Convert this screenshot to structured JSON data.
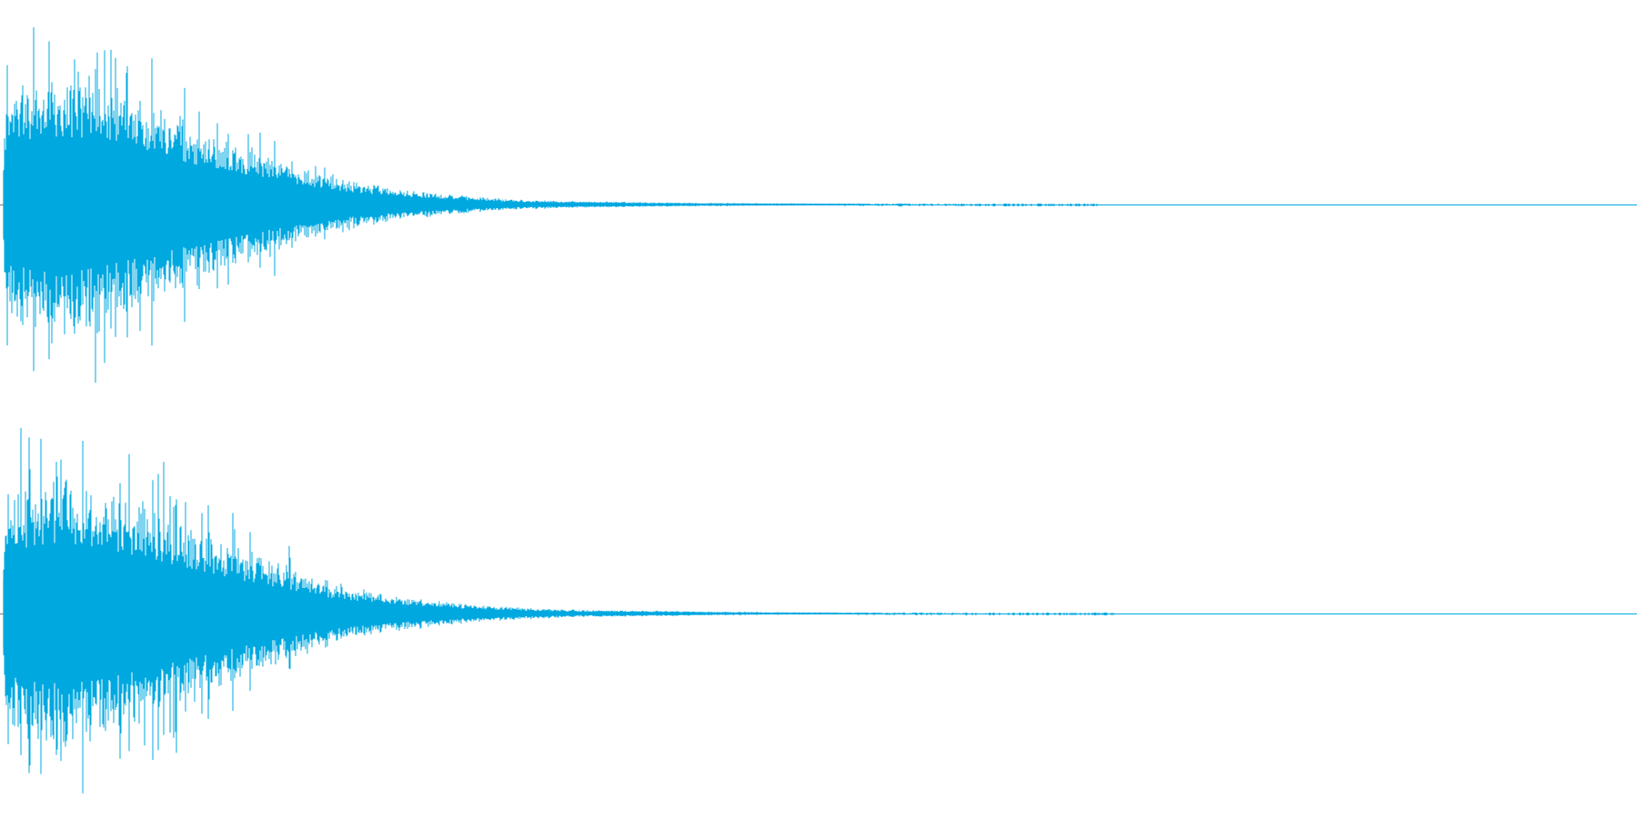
{
  "colors": {
    "waveform": "#00a8e0",
    "background": "#ffffff"
  },
  "chart_data": {
    "type": "area",
    "title": "",
    "xlabel": "",
    "ylabel": "",
    "x_range": [
      0,
      1
    ],
    "y_range": [
      -1,
      1
    ],
    "grid": false,
    "legend": "none",
    "series": [
      {
        "channel": 1,
        "envelope_x": [
          0,
          0.005,
          0.02,
          0.04,
          0.06,
          0.08,
          0.1,
          0.12,
          0.14,
          0.16,
          0.18,
          0.2,
          0.22,
          0.24,
          0.26,
          0.28,
          0.3,
          0.32,
          0.35,
          0.4,
          0.45,
          0.5,
          0.55,
          0.6,
          0.65,
          0.7,
          1.0
        ],
        "envelope_peak": [
          0.15,
          0.6,
          0.7,
          0.72,
          0.66,
          0.58,
          0.5,
          0.42,
          0.36,
          0.28,
          0.22,
          0.16,
          0.12,
          0.09,
          0.07,
          0.05,
          0.035,
          0.025,
          0.018,
          0.012,
          0.008,
          0.006,
          0.004,
          0.003,
          0.002,
          0.0,
          0.0
        ],
        "max_peak": 1.0,
        "tail_end_x": 0.67
      },
      {
        "channel": 2,
        "envelope_x": [
          0,
          0.005,
          0.02,
          0.04,
          0.06,
          0.08,
          0.1,
          0.12,
          0.14,
          0.16,
          0.18,
          0.2,
          0.22,
          0.24,
          0.26,
          0.28,
          0.3,
          0.32,
          0.35,
          0.4,
          0.45,
          0.5,
          0.55,
          0.6,
          0.65,
          0.7,
          1.0
        ],
        "envelope_peak": [
          0.15,
          0.62,
          0.72,
          0.74,
          0.7,
          0.62,
          0.54,
          0.46,
          0.38,
          0.3,
          0.24,
          0.17,
          0.13,
          0.1,
          0.075,
          0.055,
          0.04,
          0.03,
          0.02,
          0.014,
          0.009,
          0.006,
          0.004,
          0.003,
          0.002,
          0.0,
          0.0
        ],
        "max_peak": 1.0,
        "tail_end_x": 0.68
      }
    ]
  }
}
